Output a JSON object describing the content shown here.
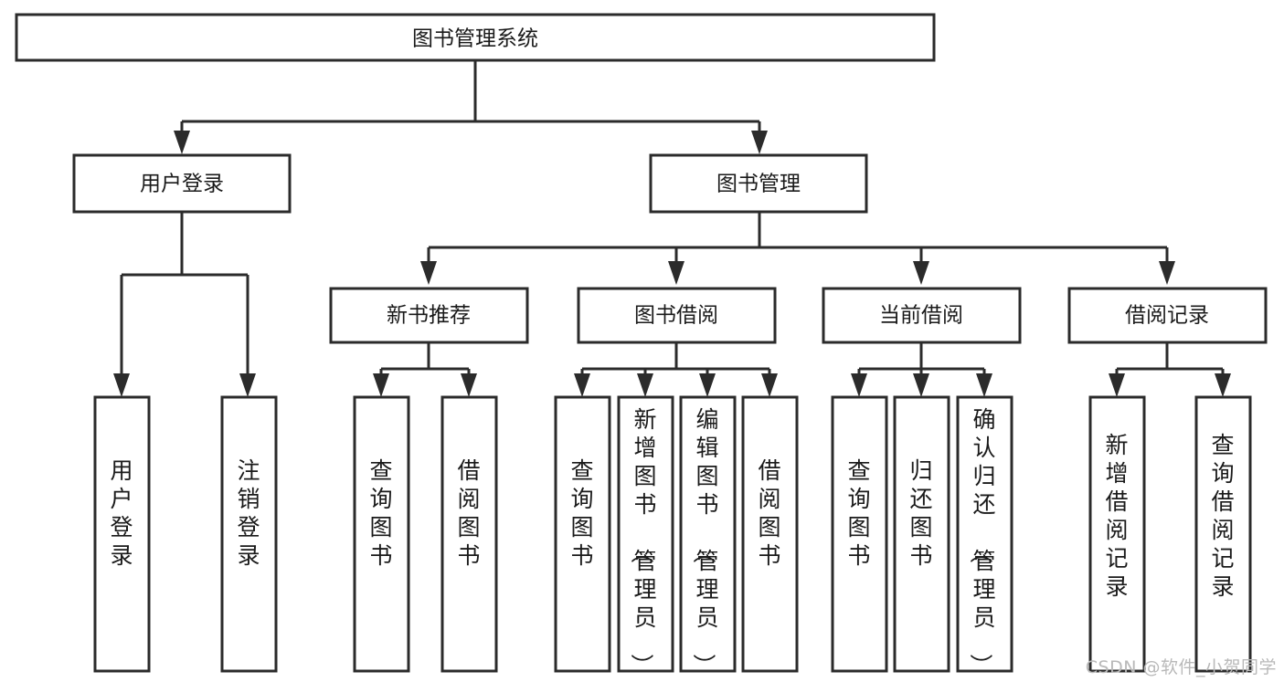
{
  "diagram": {
    "title": "图书管理系统",
    "type": "tree",
    "root": {
      "id": "root",
      "label": "图书管理系统",
      "orientation": "horizontal"
    },
    "level2": [
      {
        "id": "user-login",
        "label": "用户登录",
        "orientation": "horizontal"
      },
      {
        "id": "book-management",
        "label": "图书管理",
        "orientation": "horizontal"
      }
    ],
    "level3": [
      {
        "id": "new-book-recommend",
        "label": "新书推荐",
        "parent": "book-management",
        "orientation": "horizontal"
      },
      {
        "id": "book-borrow",
        "label": "图书借阅",
        "parent": "book-management",
        "orientation": "horizontal"
      },
      {
        "id": "current-borrow",
        "label": "当前借阅",
        "parent": "book-management",
        "orientation": "horizontal"
      },
      {
        "id": "borrow-record",
        "label": "借阅记录",
        "parent": "book-management",
        "orientation": "horizontal"
      }
    ],
    "leaves": [
      {
        "id": "leaf-user-login",
        "label": "用户登录",
        "parent": "user-login",
        "orientation": "vertical"
      },
      {
        "id": "leaf-user-logout",
        "label": "注销登录",
        "parent": "user-login",
        "orientation": "vertical"
      },
      {
        "id": "leaf-query-book-1",
        "label": "查询图书",
        "parent": "new-book-recommend",
        "orientation": "vertical"
      },
      {
        "id": "leaf-borrow-book-1",
        "label": "借阅图书",
        "parent": "new-book-recommend",
        "orientation": "vertical"
      },
      {
        "id": "leaf-query-book-2",
        "label": "查询图书",
        "parent": "book-borrow",
        "orientation": "vertical"
      },
      {
        "id": "leaf-add-book",
        "label": "新增图书（管理员）",
        "parent": "book-borrow",
        "orientation": "vertical"
      },
      {
        "id": "leaf-edit-book",
        "label": "编辑图书（管理员）",
        "parent": "book-borrow",
        "orientation": "vertical"
      },
      {
        "id": "leaf-borrow-book-2",
        "label": "借阅图书",
        "parent": "book-borrow",
        "orientation": "vertical"
      },
      {
        "id": "leaf-query-book-3",
        "label": "查询图书",
        "parent": "current-borrow",
        "orientation": "vertical"
      },
      {
        "id": "leaf-return-book",
        "label": "归还图书",
        "parent": "current-borrow",
        "orientation": "vertical"
      },
      {
        "id": "leaf-confirm-return",
        "label": "确认归还（管理员）",
        "parent": "current-borrow",
        "orientation": "vertical"
      },
      {
        "id": "leaf-add-record",
        "label": "新增借阅记录",
        "parent": "borrow-record",
        "orientation": "vertical"
      },
      {
        "id": "leaf-query-record",
        "label": "查询借阅记录",
        "parent": "borrow-record",
        "orientation": "vertical"
      }
    ],
    "colors": {
      "stroke": "#2b2b2b",
      "fill": "#ffffff",
      "text": "#1a1a1a",
      "watermark": "#b9b9b9"
    }
  },
  "watermark": {
    "text": "CSDN @软件_小贺同学"
  }
}
